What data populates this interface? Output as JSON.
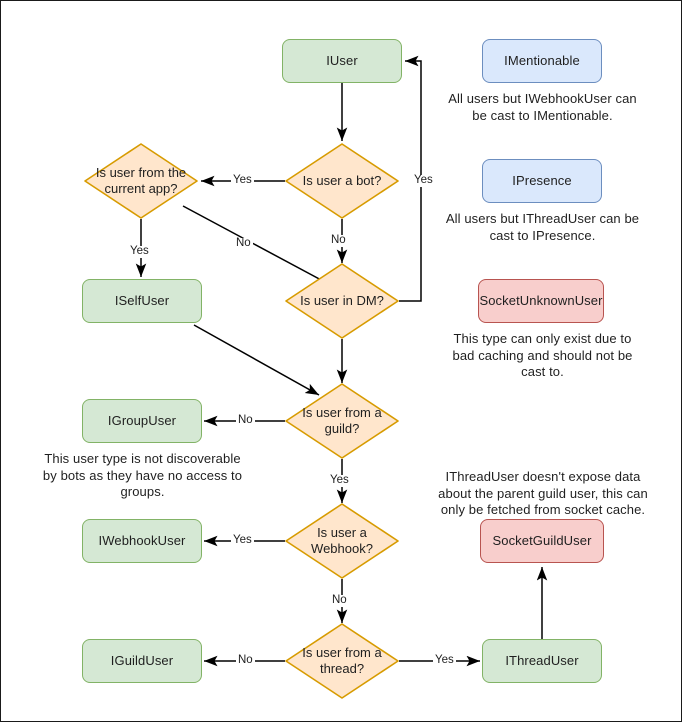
{
  "diagram": {
    "title": "Discord.Net user type casting flowchart",
    "colors": {
      "green_fill": "#d5e8d4",
      "green_stroke": "#82b366",
      "blue_fill": "#dae8fc",
      "blue_stroke": "#6c8ebf",
      "red_fill": "#f8cecc",
      "red_stroke": "#b85450",
      "orange_fill": "#ffe6cc",
      "orange_stroke": "#d79b00",
      "edge_stroke": "#000000",
      "canvas_background": "#ffffff",
      "canvas_border": "#1a1a1a"
    },
    "nodes": {
      "iuser": "IUser",
      "is_user_a_bot": "Is user a bot?",
      "is_user_from_current_app": "Is user from the current app?",
      "iselfuser": "ISelfUser",
      "is_user_in_dm": "Is user in DM?",
      "igroupuser": "IGroupUser",
      "is_user_from_a_guild": "Is user from a guild?",
      "iwebhookuser": "IWebhookUser",
      "is_user_a_webhook": "Is user a Webhook?",
      "iguilduser": "IGuildUser",
      "is_user_from_a_thread": "Is user from a thread?",
      "ithreaduser": "IThreadUser",
      "imentionable": "IMentionable",
      "ipresence": "IPresence",
      "socketunknownuser": "SocketUnknownUser",
      "socketguilduser": "SocketGuildUser"
    },
    "notes": {
      "mentionable": "All users but IWebhookUser can be cast to IMentionable.",
      "presence": "All users but IThreadUser can be cast to IPresence.",
      "socket_unknown": "This type can only exist due to bad caching and should not be cast to.",
      "group_user": "This user type is not discoverable by bots as they have no access to groups.",
      "thread_user": "IThreadUser doesn't expose data about the parent guild user, this can only be fetched from socket cache."
    },
    "edge_labels": {
      "bot_yes": "Yes",
      "bot_no": "No",
      "dm_yes": "Yes",
      "dm_no": "No",
      "app_yes": "Yes",
      "app_no": "No",
      "guild_no": "No",
      "guild_yes": "Yes",
      "webhook_yes": "Yes",
      "webhook_no": "No",
      "thread_no": "No",
      "thread_yes": "Yes"
    }
  }
}
